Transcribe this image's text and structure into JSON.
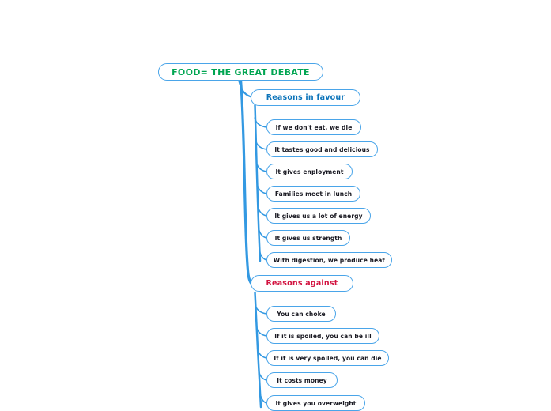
{
  "colors": {
    "canvas_bg": "#ffffff",
    "node_fill": "#ffffff",
    "node_border": "#4aa5e9",
    "connector": "#3399e2",
    "root_text": "#00a551",
    "favour_text": "#0d74ba",
    "against_text": "#d2123f",
    "child_text": "#191922"
  },
  "mindmap": {
    "root": {
      "label": "FOOD= THE GREAT DEBATE"
    },
    "branches": [
      {
        "label": "Reasons in favour",
        "children": [
          "If we don't eat, we die",
          "It tastes good and delicious",
          "It gives enployment",
          "Families meet in lunch",
          "It gives us a lot of energy",
          "It gives us strength",
          "With digestion, we produce heat"
        ]
      },
      {
        "label": "Reasons against",
        "children": [
          "You can choke",
          "If it is spoiled, you can be ill",
          "If it is very spoiled, you can die",
          "It costs money",
          "It gives you overweight"
        ]
      }
    ]
  }
}
